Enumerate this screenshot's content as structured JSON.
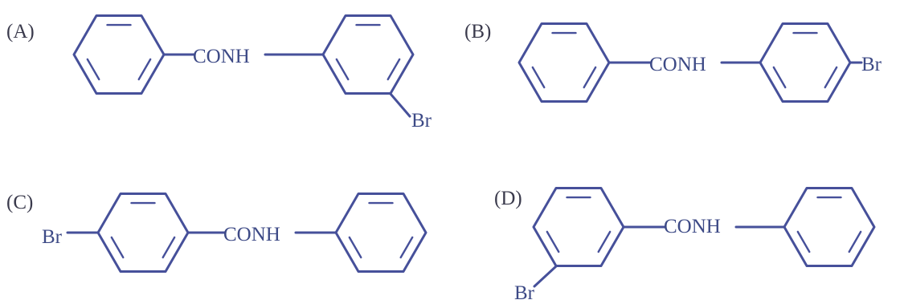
{
  "colors": {
    "bond": "#46509a",
    "substituent_text": "#3d4a86",
    "option_label": "#3a3a4c",
    "background": "#ffffff"
  },
  "options": [
    {
      "key": "a",
      "label": "(A)",
      "linker": "CONH",
      "substituent": "Br"
    },
    {
      "key": "b",
      "label": "(B)",
      "linker": "CONH",
      "substituent": "Br"
    },
    {
      "key": "c",
      "label": "(C)",
      "linker": "CONH",
      "substituent": "Br"
    },
    {
      "key": "d",
      "label": "(D)",
      "linker": "CONH",
      "substituent": "Br"
    }
  ]
}
